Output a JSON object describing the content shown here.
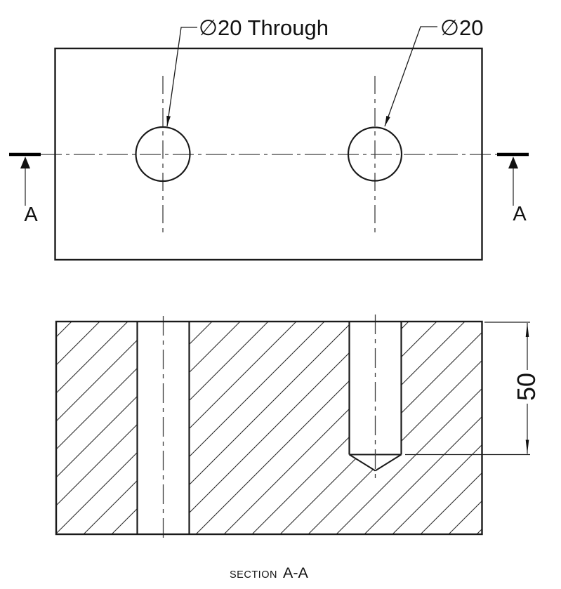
{
  "drawing": {
    "type": "engineering-section-drawing",
    "top_view": {
      "callout_left": "∅20 Through",
      "callout_right": "∅20",
      "cut_label_left": "A",
      "cut_label_right": "A"
    },
    "section_view": {
      "depth_dimension": "50",
      "caption_prefix": "SECTION",
      "caption_title": "A-A"
    },
    "colors": {
      "outline": "#1a1a1a",
      "centerline": "#3d3d3d",
      "hatch": "#2a2a2a",
      "background": "#ffffff"
    }
  }
}
